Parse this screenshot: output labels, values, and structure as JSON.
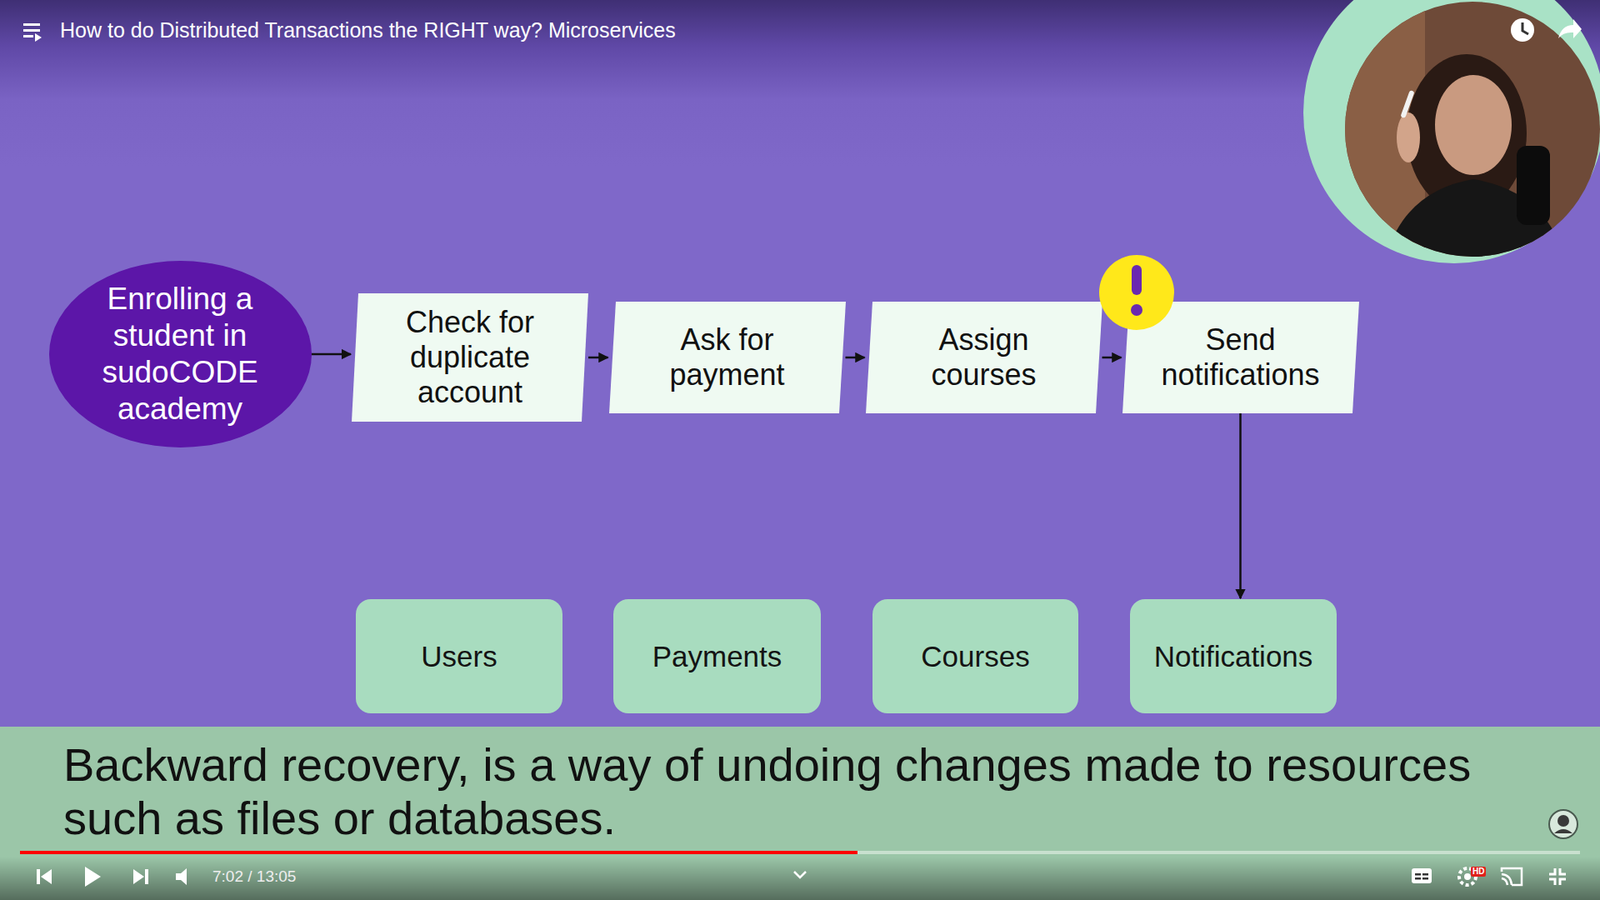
{
  "diagram": {
    "title": "How to do Distributed Transactions the RIGHT way? Microservices",
    "caption": "Backward recovery, is a way of undoing changes made to resources such as files or databases.",
    "nodes": [
      {
        "text": [
          "Enrolling a student in sudoCODE academy"
        ]
      },
      {
        "text": [
          "Check for duplicate account"
        ]
      },
      {
        "text": [
          "Ask for payment"
        ]
      },
      {
        "text": [
          "Assign courses"
        ]
      },
      {
        "text": [
          "Send notifications"
        ]
      },
      {
        "text": [
          "Users"
        ]
      },
      {
        "text": [
          "Payments"
        ]
      },
      {
        "text": [
          "Courses"
        ]
      },
      {
        "text": [
          "Notifications"
        ]
      }
    ],
    "edges": [
      {
        "from": 0,
        "to": 1,
        "arrow": "to"
      },
      {
        "from": 1,
        "to": 2,
        "arrow": "to"
      },
      {
        "from": 2,
        "to": 3,
        "arrow": "to"
      },
      {
        "from": 3,
        "to": 4,
        "arrow": "to"
      },
      {
        "from": 4,
        "to": 8,
        "arrow": "to"
      }
    ],
    "labels": [
      "7:02 / 13:05",
      "HD"
    ]
  }
}
